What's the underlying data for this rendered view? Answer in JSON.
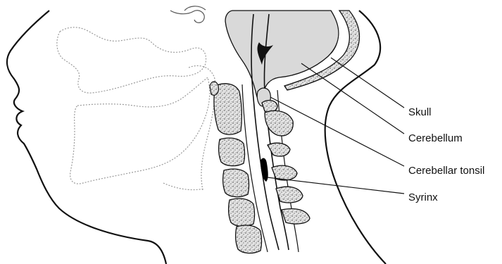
{
  "labels": {
    "skull": "Skull",
    "cerebellum": "Cerebellum",
    "cerebellar_tonsil": "Cerebellar tonsil",
    "syrinx": "Syrinx"
  },
  "colors": {
    "line": "#111111",
    "dotted": "#9a9a9a",
    "brain": "#d9d9d9",
    "bone_fill": "#e4e4e4",
    "marrow": "#3a3a3a",
    "syrinx": "#000000"
  }
}
